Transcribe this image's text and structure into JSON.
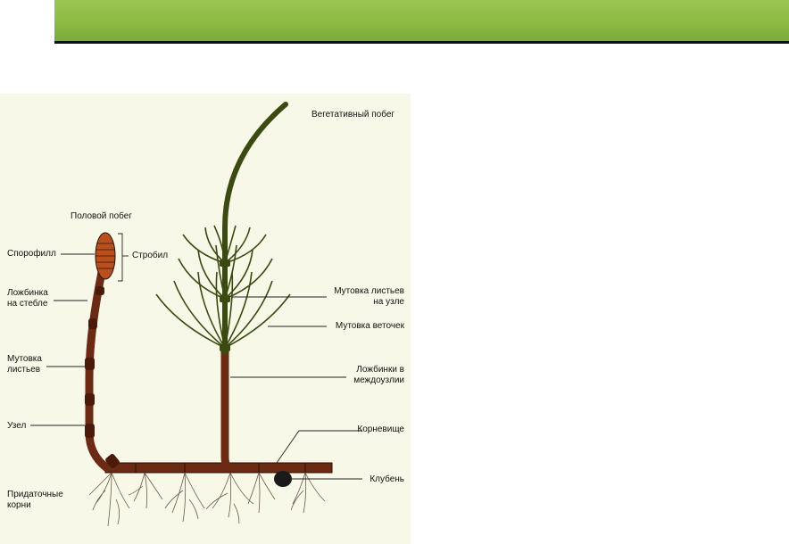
{
  "header": {
    "bar_color": "#8cbb44",
    "rule_color": "#111111"
  },
  "diagram": {
    "background": "#f8f8e8",
    "stem_color": "#6b2a14",
    "shoot_color": "#3a4a10",
    "labels": {
      "vegetative_shoot": "Вегетативный побег",
      "generative_shoot": "Половой побег",
      "sporophyll": "Спорофилл",
      "strobilus": "Стробил",
      "stem_groove": "Ложбинка\nна стебле",
      "leaf_whorl": "Мутовка\nлистьев",
      "node": "Узел",
      "adventitious_roots": "Придаточные\nкорни",
      "leaf_whorl_node": "Мутовка листьев\nна узле",
      "branch_whorl": "Мутовка веточек",
      "internode_grooves": "Ложбинки в\nмеждоузлии",
      "rhizome": "Корневище",
      "tuber": "Клубень"
    }
  }
}
